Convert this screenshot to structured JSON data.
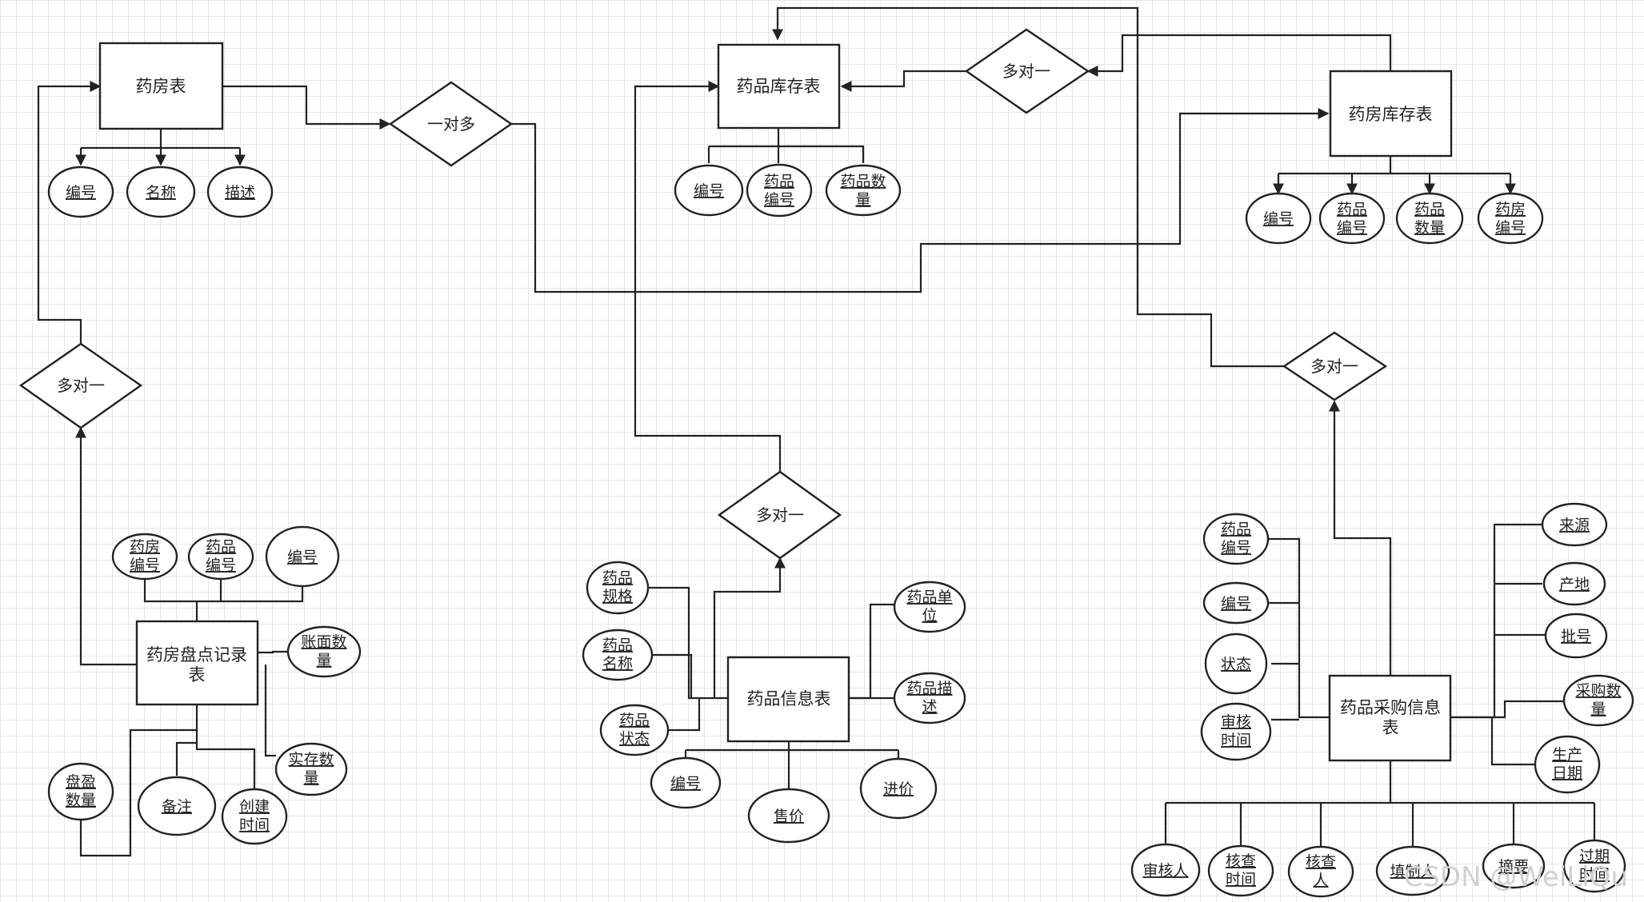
{
  "entities": {
    "pharmacy": "药房表",
    "drug_stock": "药品库存表",
    "pharmacy_stock": "药房库存表",
    "pharmacy_count": [
      "药房盘点记录",
      "表"
    ],
    "drug_info": "药品信息表",
    "purchase": [
      "药品采购信息",
      "表"
    ]
  },
  "relationships": {
    "pharmacy_stock_1n": "一对多",
    "stock_info_n1": "多对一",
    "stock_pharmacystock_n1": "多对一",
    "count_pharmacy_n1": "多对一",
    "purchase_n1": "多对一"
  },
  "attributes": {
    "pharmacy": {
      "id": "编号",
      "name": "名称",
      "desc": "描述"
    },
    "drug_stock": {
      "id": "编号",
      "drug_id": [
        "药品",
        "编号"
      ],
      "qty": [
        "药品数",
        "量"
      ]
    },
    "pharmacy_stock": {
      "id": "编号",
      "drug_id": [
        "药品",
        "编号"
      ],
      "qty": [
        "药品",
        "数量"
      ],
      "pharmacy_id": [
        "药房",
        "编号"
      ]
    },
    "pharmacy_count": {
      "pharmacy_id": [
        "药房",
        "编号"
      ],
      "drug_id": [
        "药品",
        "编号"
      ],
      "id": "编号",
      "book_qty": [
        "账面数",
        "量"
      ],
      "actual_qty": [
        "实存数",
        "量"
      ],
      "surplus_qty": [
        "盘盈",
        "数量"
      ],
      "remark": "备注",
      "created": [
        "创建",
        "时间"
      ]
    },
    "drug_info": {
      "spec": [
        "药品",
        "规格"
      ],
      "name": [
        "药品",
        "名称"
      ],
      "status": [
        "药品",
        "状态"
      ],
      "unit": [
        "药品单",
        "位"
      ],
      "desc": [
        "药品描",
        "述"
      ],
      "id": "编号",
      "sale_price": "售价",
      "cost_price": "进价"
    },
    "purchase": {
      "drug_id": [
        "药品",
        "编号"
      ],
      "id": "编号",
      "status": "状态",
      "audit_time": [
        "审核",
        "时间"
      ],
      "source": "来源",
      "origin": "产地",
      "batch": "批号",
      "purchase_qty": [
        "采购数",
        "量"
      ],
      "prod_date": [
        "生产",
        "日期"
      ],
      "auditor": "审核人",
      "check_time": [
        "核查",
        "时间"
      ],
      "checker": [
        "核查",
        "人"
      ],
      "filler": "填制人",
      "summary": "摘要",
      "expiry": [
        "过期",
        "时间"
      ]
    }
  },
  "watermark": "CSDN @WeiLiQu"
}
